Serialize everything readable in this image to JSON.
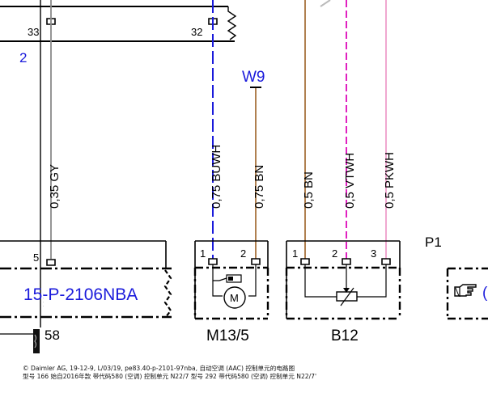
{
  "colors": {
    "ink": "#000000",
    "gray_wire": "#8a8a8a",
    "blue_wire": "#1a1adb",
    "brown_wire": "#b08050",
    "magenta_wire": "#e020c0",
    "pink_wire": "#f0a8d0",
    "label_blue": "#1a1adb"
  },
  "top_pins": {
    "left": "33",
    "right": "32",
    "partial_label": "2"
  },
  "wires": [
    {
      "label": "0,35 GY"
    },
    {
      "label": "0,75 BUWH"
    },
    {
      "label": "0,75 BN"
    },
    {
      "label": "0,5 BN"
    },
    {
      "label": "0,5 VTWH"
    },
    {
      "label": "0,5 PKWH"
    }
  ],
  "ground_point": "W9",
  "components": {
    "left_module": {
      "code": "15-P-2106NBA",
      "pin": "5",
      "ground_label": "58"
    },
    "motor": {
      "name": "M13/5",
      "pins": [
        "1",
        "2"
      ],
      "symbol_text": "M"
    },
    "sensor": {
      "name": "B12",
      "pins": [
        "1",
        "2",
        "3"
      ]
    },
    "right_module": {
      "name": "P1",
      "icon": "hand-pointer-icon"
    }
  },
  "footer": {
    "line1": "© Daimler AG,  19-12-9,  L/03/19, pe83.40-p-2101-97nba, 自动空调 (AAC) 控制单元的电路图",
    "line2": "型号 166 始自2016年款 带代码580 (空调) 控制单元 N22/7 型号 292 带代码580 (空调) 控制单元 N22/7'"
  }
}
